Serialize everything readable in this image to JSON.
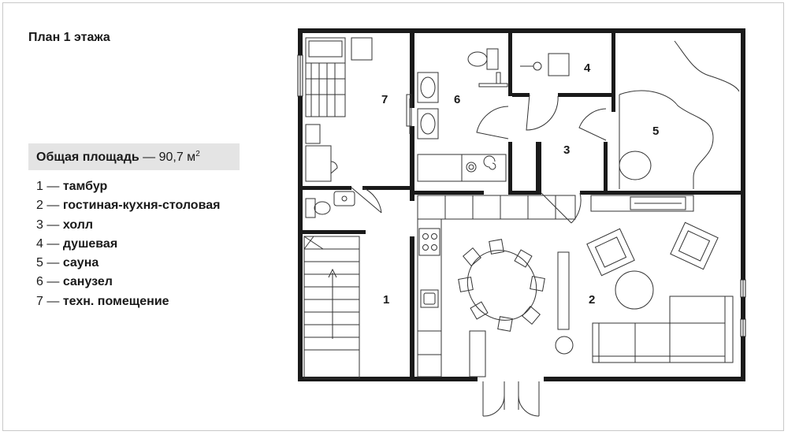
{
  "title": "План 1 этажа",
  "area": {
    "label": "Общая площадь",
    "dash": "—",
    "value": "90,7 м",
    "exp": "2"
  },
  "legend": [
    {
      "num": "1",
      "sep": "—",
      "text": "тамбур"
    },
    {
      "num": "2",
      "sep": "—",
      "text": "гостиная-кухня-столовая"
    },
    {
      "num": "3",
      "sep": "—",
      "text": "холл"
    },
    {
      "num": "4",
      "sep": "—",
      "text": "душевая"
    },
    {
      "num": "5",
      "sep": "—",
      "text": "сауна"
    },
    {
      "num": "6",
      "sep": "—",
      "text": "санузел"
    },
    {
      "num": "7",
      "sep": "—",
      "text": "техн. помещение"
    }
  ],
  "rooms": {
    "r1": "1",
    "r2": "2",
    "r3": "3",
    "r4": "4",
    "r5": "5",
    "r6": "6",
    "r7": "7"
  },
  "colors": {
    "wall": "#1a1a1a",
    "line": "#333333",
    "panel": "#e4e4e4"
  }
}
